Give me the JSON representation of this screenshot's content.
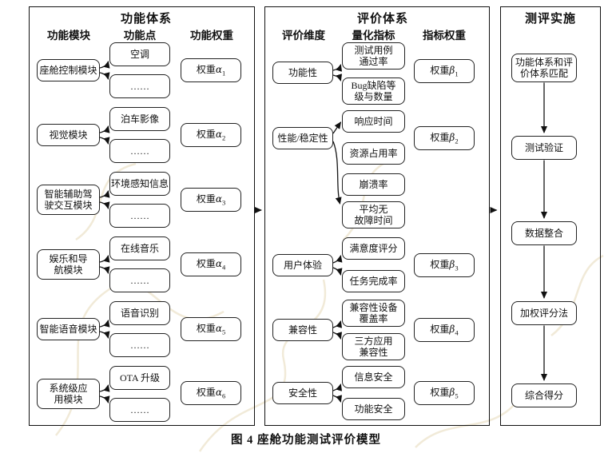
{
  "caption": "图 4  座舱功能测试评价模型",
  "function_system": {
    "title": "功能体系",
    "col_module": "功能模块",
    "col_point": "功能点",
    "col_weight": "功能权重",
    "groups": [
      {
        "module": "座舱控制模块",
        "point1": "空调",
        "point2": "……",
        "weight": {
          "prefix": "权重",
          "symbol": "α",
          "sub": "1"
        }
      },
      {
        "module": "视觉模块",
        "point1": "泊车影像",
        "point2": "……",
        "weight": {
          "prefix": "权重",
          "symbol": "α",
          "sub": "2"
        }
      },
      {
        "module": "智能辅助驾\n驶交互模块",
        "point1": "环境感知信息",
        "point2": "……",
        "weight": {
          "prefix": "权重",
          "symbol": "α",
          "sub": "3"
        }
      },
      {
        "module": "娱乐和导\n航模块",
        "point1": "在线音乐",
        "point2": "……",
        "weight": {
          "prefix": "权重",
          "symbol": "α",
          "sub": "4"
        }
      },
      {
        "module": "智能语音模块",
        "point1": "语音识别",
        "point2": "……",
        "weight": {
          "prefix": "权重",
          "symbol": "α",
          "sub": "5"
        }
      },
      {
        "module": "系统级应\n用模块",
        "point1": "OTA 升级",
        "point2": "……",
        "weight": {
          "prefix": "权重",
          "symbol": "α",
          "sub": "6"
        }
      }
    ]
  },
  "evaluation_system": {
    "title": "评价体系",
    "col_dimension": "评价维度",
    "col_indicator": "量化指标",
    "col_weight": "指标权重",
    "groups": [
      {
        "dimension": "功能性",
        "indicators": [
          "测试用例\n通过率",
          "Bug缺陷等\n级与数量"
        ],
        "weight": {
          "prefix": "权重",
          "symbol": "β",
          "sub": "1"
        }
      },
      {
        "dimension": "性能/稳定性",
        "indicators": [
          "响应时间",
          "资源占用率",
          "崩溃率",
          "平均无\n故障时间"
        ],
        "weight": {
          "prefix": "权重",
          "symbol": "β",
          "sub": "2"
        }
      },
      {
        "dimension": "用户体验",
        "indicators": [
          "满意度评分",
          "任务完成率"
        ],
        "weight": {
          "prefix": "权重",
          "symbol": "β",
          "sub": "3"
        }
      },
      {
        "dimension": "兼容性",
        "indicators": [
          "兼容性设备\n覆盖率",
          "三方应用\n兼容性"
        ],
        "weight": {
          "prefix": "权重",
          "symbol": "β",
          "sub": "4"
        }
      },
      {
        "dimension": "安全性",
        "indicators": [
          "信息安全",
          "功能安全"
        ],
        "weight": {
          "prefix": "权重",
          "symbol": "β",
          "sub": "5"
        }
      }
    ]
  },
  "implementation": {
    "title": "测评实施",
    "steps": [
      "功能体系和评\n价体系匹配",
      "测试验证",
      "数据整合",
      "加权评分法",
      "综合得分"
    ]
  }
}
